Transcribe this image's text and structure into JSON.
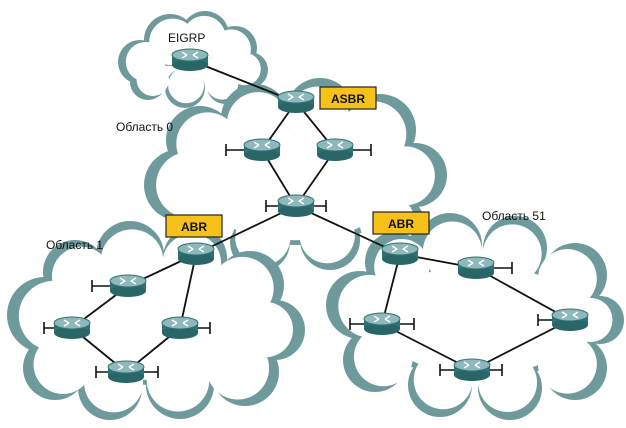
{
  "labels": {
    "eigrp": "EIGRP",
    "area0": "Область 0",
    "area1": "Область 1",
    "area51": "Область 51"
  },
  "tags": {
    "asbr": "ASBR",
    "abr_left": "ABR",
    "abr_right": "ABR"
  },
  "colors": {
    "cloud": "#6f9a9c",
    "tag": "#f6c21a",
    "router_body": "#2f7274",
    "router_top": "#8fb8ba"
  },
  "icon": "router-icon"
}
